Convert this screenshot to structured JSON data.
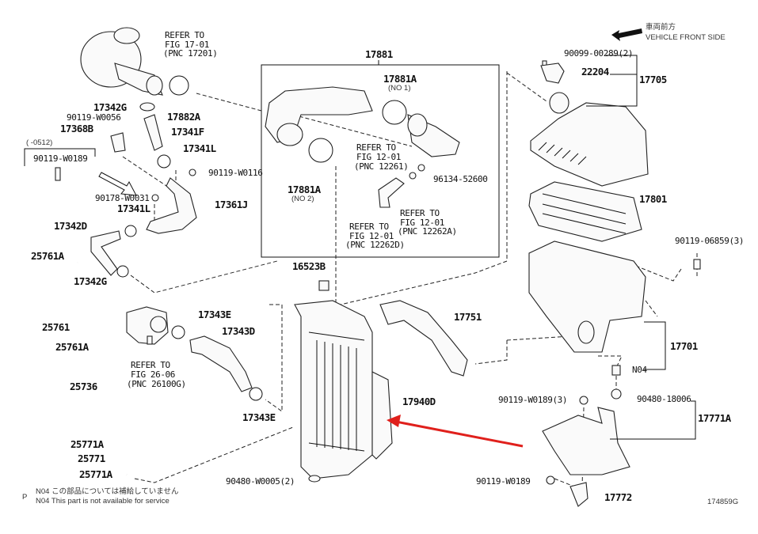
{
  "diagram_id": "174859G",
  "direction": {
    "jp": "車両前方",
    "en": "VEHICLE FRONT SIDE"
  },
  "footnote": {
    "marker": "P",
    "jp": "N04  この部品については補給していません",
    "en": "N04  This part is not available for service"
  },
  "callout_color": "#e0201c",
  "refs": {
    "turbo": [
      "REFER TO",
      "FIG 17-01",
      "(PNC 17201)"
    ],
    "throttle": [
      "REFER TO",
      "FIG 26-06",
      "(PNC 26100G)"
    ],
    "r12261": [
      "REFER TO",
      "FIG 12-01",
      "(PNC 12261)"
    ],
    "r12262a": [
      "REFER TO",
      "FIG 12-01",
      "(PNC 12262A)"
    ],
    "r12262d": [
      "REFER TO",
      "FIG 12-01",
      "(PNC 12262D)"
    ]
  },
  "parts": {
    "p17342G_a": "17342G",
    "p90119_W0056": "90119-W0056",
    "p17368B": "17368B",
    "range": "(     -0512)",
    "p90119_W0189_box": "90119-W0189",
    "p17882A": "17882A",
    "p17341F": "17341F",
    "p17341L_a": "17341L",
    "p90119_W0116": "90119-W0116",
    "p90178_W0031": "90178-W0031",
    "p17341L_b": "17341L",
    "p17361J": "17361J",
    "p17342D": "17342D",
    "p25761A_a": "25761A",
    "p17342G_b": "17342G",
    "p25761": "25761",
    "p25761A_b": "25761A",
    "p25736": "25736",
    "p25771A_a": "25771A",
    "p25771": "25771",
    "p25771A_b": "25771A",
    "p17343E_a": "17343E",
    "p17343D": "17343D",
    "p17343E_b": "17343E",
    "p16523B": "16523B",
    "p90480_W0005": "90480-W0005(2)",
    "p17881": "17881",
    "p17881A_1": "17881A",
    "no1": "(NO 1)",
    "p17881A_2": "17881A",
    "no2": "(NO 2)",
    "p96134_52600": "96134-52600",
    "p17751": "17751",
    "p17940D": "17940D",
    "p90099_00289": "90099-00289(2)",
    "p22204": "22204",
    "p17705": "17705",
    "p17801": "17801",
    "p90119_06859": "90119-06859(3)",
    "p17701": "17701",
    "n04": "N04",
    "p90480_18006": "90480-18006",
    "p17771A": "17771A",
    "p90119_W0189_3": "90119-W0189(3)",
    "p90119_W0189": "90119-W0189",
    "p17772": "17772"
  }
}
